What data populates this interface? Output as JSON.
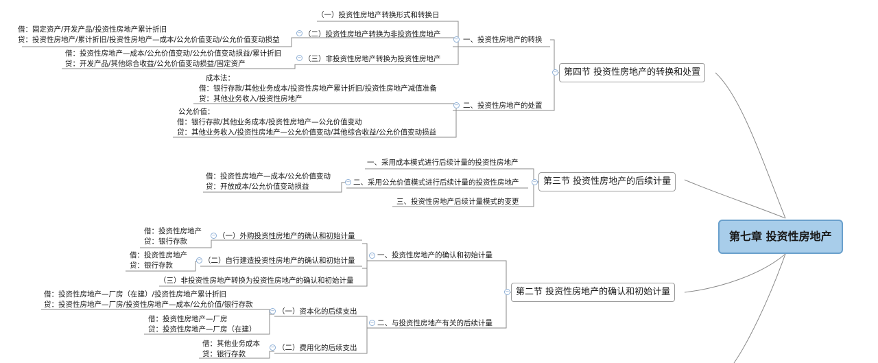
{
  "root": "第七章  投资性房地产",
  "sec4": {
    "title": "第四节  投资性房地产的转换和处置",
    "branch1": "一、投资性房地产的转换",
    "b1_items": [
      "（一）投资性房地产转换形式和转换日",
      "（二）投资性房地产转换为非投资性房地产",
      "（三）非投资性房地产转换为投资性房地产"
    ],
    "b1_item2_notes": [
      "借：固定资产/开发产品/投资性房地产累计折旧",
      "贷：投资性房地产/累计折旧/投资性房地产—成本/公允价值变动/公允价值变动损益"
    ],
    "b1_item3_notes": [
      "借：投资性房地产—成本/公允价值变动/公允价值变动损益/累计折旧",
      "贷：开发产品/其他综合收益/公允价值变动损益/固定资产"
    ],
    "branch2": "二、投资性房地产的处置",
    "cost_notes": [
      "成本法：",
      "借：银行存款/其他业务成本/投资性房地产累计折旧/投资性房地产减值准备",
      "贷：其他业务收入/投资性房地产"
    ],
    "fair_notes": [
      "公允价值：",
      "借：银行存款/其他业务成本/投资性房地产—公允价值变动",
      "贷：其他业务收入/投资性房地产—公允价值变动/其他综合收益/公允价值变动损益"
    ]
  },
  "sec3": {
    "title": "第三节  投资性房地产的后续计量",
    "items": [
      "一、采用成本模式进行后续计量的投资性房地产",
      "二、采用公允价值模式进行后续计量的投资性房地产",
      "三、投资性房地产后续计量模式的变更"
    ],
    "item2_notes": [
      "借：投资性房地产—成本/公允价值变动",
      "贷：开放成本/公允价值变动损益"
    ]
  },
  "sec2": {
    "title": "第二节  投资性房地产的确认和初始计量",
    "branch1": "一、投资性房地产的确认和初始计量",
    "b1_items": [
      "（一）外购投资性房地产的确认和初始计量",
      "（二）自行建造投资性房地产的确认和初始计量",
      "（三）非投资性房地产转换为投资性房地产的确认和初始计量"
    ],
    "b1_item1_notes": [
      "借：投资性房地产",
      "贷：银行存款"
    ],
    "b1_item2_notes": [
      "借：投资性房地产",
      "贷：银行存款"
    ],
    "branch2": "二、与投资性房地产有关的后续计量",
    "b2_items": [
      "（一）资本化的后续支出",
      "（二）费用化的后续支出"
    ],
    "b2_item1_notes_a": [
      "借：投资性房地产—厂房（在建）/投资性房地产累计折旧",
      "贷：投资性房地产—厂房/投资性房地产—成本/公允价值/银行存款"
    ],
    "b2_item1_notes_b": [
      "借：投资性房地产—厂房",
      "贷：投资性房地产—厂房（在建）"
    ],
    "b2_item2_notes": [
      "借：其他业务成本",
      "贷：银行存款"
    ]
  },
  "colors": {
    "root_fill": "#a8cdea",
    "root_border": "#6aa0cc",
    "line": "#8a8a8a",
    "toggle": "#8fb0d6"
  }
}
